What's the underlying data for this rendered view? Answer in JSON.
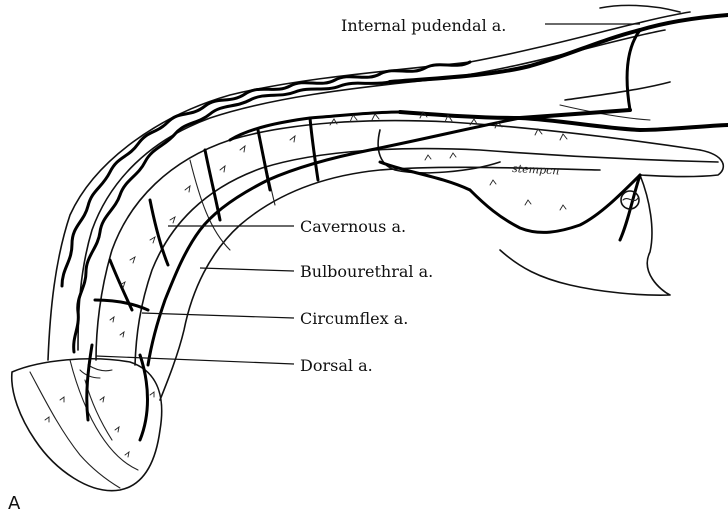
{
  "figure": {
    "panel_letter": "A",
    "labels": {
      "internal_pudendal": "Internal pudendal a.",
      "cavernous": "Cavernous a.",
      "bulbourethral": "Bulbourethral a.",
      "circumflex": "Circumflex a.",
      "dorsal": "Dorsal a."
    },
    "signature": "stempcn"
  }
}
